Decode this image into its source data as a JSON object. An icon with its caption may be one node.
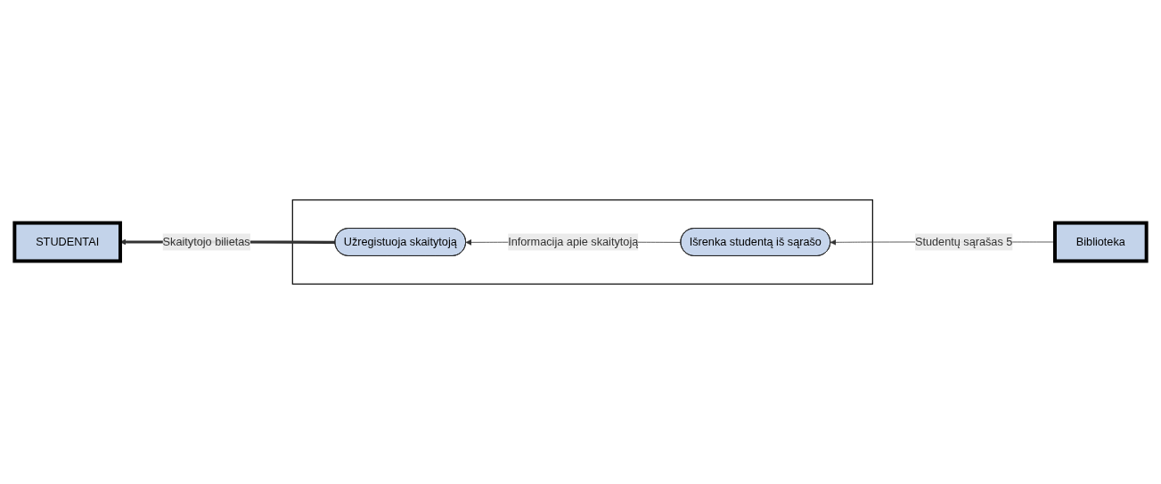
{
  "diagram": {
    "nodes": [
      {
        "text": [
          "STUDENTAI"
        ]
      },
      {
        "text": [],
        "shape": "box"
      },
      {
        "text": [
          "Užregistuoja skaitytoją"
        ],
        "in": 1
      },
      {
        "text": [
          "Išrenka studentą iš sąrašo"
        ],
        "in": 1
      },
      {
        "text": [
          "Biblioteka"
        ]
      }
    ],
    "edges": [
      {
        "from": 2,
        "to": 0,
        "arrow": "to",
        "label": "Skaitytojo bilietas",
        "style": "thick"
      },
      {
        "from": 3,
        "to": 2,
        "arrow": "to",
        "label": "Informacija apie skaitytoją"
      },
      {
        "from": 4,
        "to": 3,
        "arrow": "to",
        "label": "Studentų sąrašas 5"
      }
    ]
  }
}
